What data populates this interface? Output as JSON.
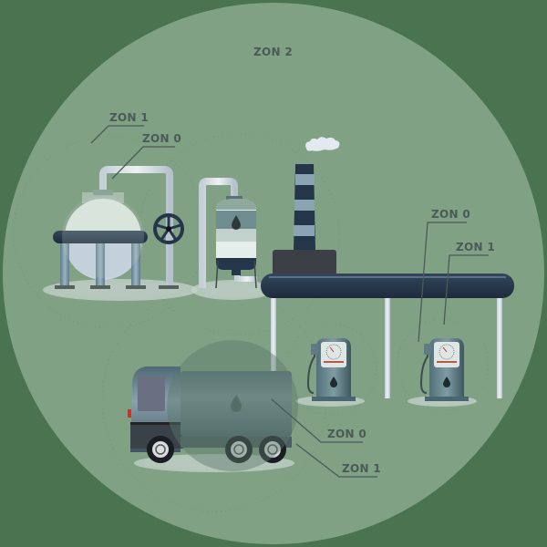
{
  "colors": {
    "background": "#4a7350",
    "zone2_circle": "#80a184",
    "label_text": "#4a5a58",
    "dark_navy": "#25354a",
    "steel_blue": "#7d9aab",
    "pale_tank": "#d6e0dc",
    "zone0_overlay": "#5c7a6a"
  },
  "labels": {
    "zone2": "ZON 2",
    "tank_zone1": "ZON 1",
    "tank_zone0": "ZON 0",
    "pump_zone0": "ZON 0",
    "pump_zone1": "ZON 1",
    "truck_zone0": "ZON 0",
    "truck_zone1": "ZON 1"
  },
  "objects": [
    {
      "name": "spherical-gas-tank",
      "zones": [
        "ZON 0",
        "ZON 1"
      ]
    },
    {
      "name": "valve-wheel"
    },
    {
      "name": "pressure-vessel"
    },
    {
      "name": "chimney-with-smoke"
    },
    {
      "name": "canopy-roof"
    },
    {
      "name": "fuel-pump-1"
    },
    {
      "name": "fuel-pump-2",
      "zones": [
        "ZON 0",
        "ZON 1"
      ]
    },
    {
      "name": "tanker-truck",
      "zones": [
        "ZON 0",
        "ZON 1"
      ]
    }
  ],
  "icons": {
    "oil_drop": "oil-drop-icon",
    "smoke": "smoke-cloud-icon",
    "valve": "valve-wheel-icon"
  }
}
